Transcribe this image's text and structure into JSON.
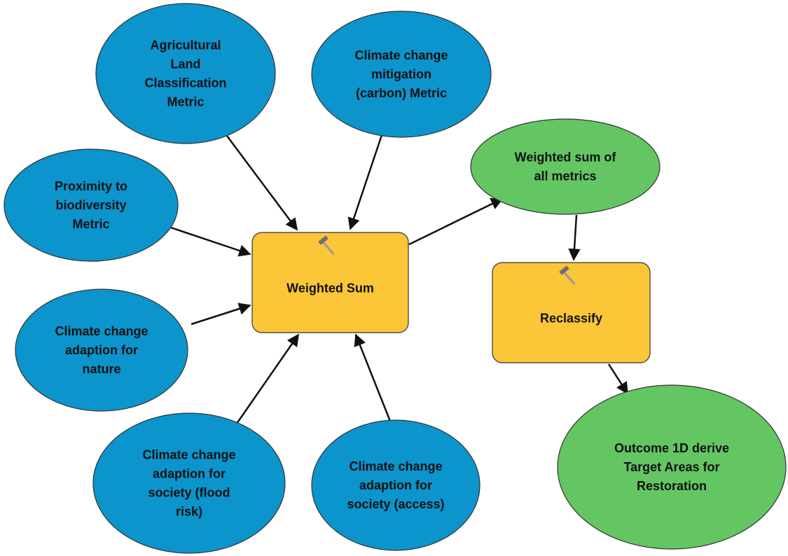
{
  "colors": {
    "input_fill": "#0c94cc",
    "output_fill": "#63c663",
    "tool_fill": "#fbc638",
    "outline": "#333333",
    "arrow": "#111111"
  },
  "nodes": {
    "agri_metric": {
      "kind": "input",
      "lines": [
        "Agricultural",
        "Land",
        "Classification",
        "Metric"
      ]
    },
    "carbon_metric": {
      "kind": "input",
      "lines": [
        "Climate change",
        "mitigation",
        "(carbon) Metric"
      ]
    },
    "biodiversity_metric": {
      "kind": "input",
      "lines": [
        "Proximity to",
        "biodiversity",
        "Metric"
      ]
    },
    "nature_adaption": {
      "kind": "input",
      "lines": [
        "Climate change",
        "adaption for",
        "nature"
      ]
    },
    "flood_adaption": {
      "kind": "input",
      "lines": [
        "Climate change",
        "adaption for",
        "society (flood",
        "risk)"
      ]
    },
    "access_adaption": {
      "kind": "input",
      "lines": [
        "Climate change",
        "adaption for",
        "society (access)"
      ]
    },
    "weighted_sum_tool": {
      "kind": "tool",
      "icon": "hammer-icon",
      "lines": [
        "Weighted Sum"
      ]
    },
    "weighted_sum_output": {
      "kind": "output",
      "lines": [
        "Weighted sum of",
        "all metrics"
      ]
    },
    "reclassify_tool": {
      "kind": "tool",
      "icon": "hammer-icon",
      "lines": [
        "Reclassify"
      ]
    },
    "target_areas_output": {
      "kind": "output",
      "lines": [
        "Outcome 1D derive",
        "Target Areas for",
        "Restoration"
      ]
    }
  },
  "edges": [
    {
      "from": "agri_metric",
      "to": "weighted_sum_tool"
    },
    {
      "from": "carbon_metric",
      "to": "weighted_sum_tool"
    },
    {
      "from": "biodiversity_metric",
      "to": "weighted_sum_tool"
    },
    {
      "from": "nature_adaption",
      "to": "weighted_sum_tool"
    },
    {
      "from": "flood_adaption",
      "to": "weighted_sum_tool"
    },
    {
      "from": "access_adaption",
      "to": "weighted_sum_tool"
    },
    {
      "from": "weighted_sum_tool",
      "to": "weighted_sum_output"
    },
    {
      "from": "weighted_sum_output",
      "to": "reclassify_tool"
    },
    {
      "from": "reclassify_tool",
      "to": "target_areas_output"
    }
  ]
}
